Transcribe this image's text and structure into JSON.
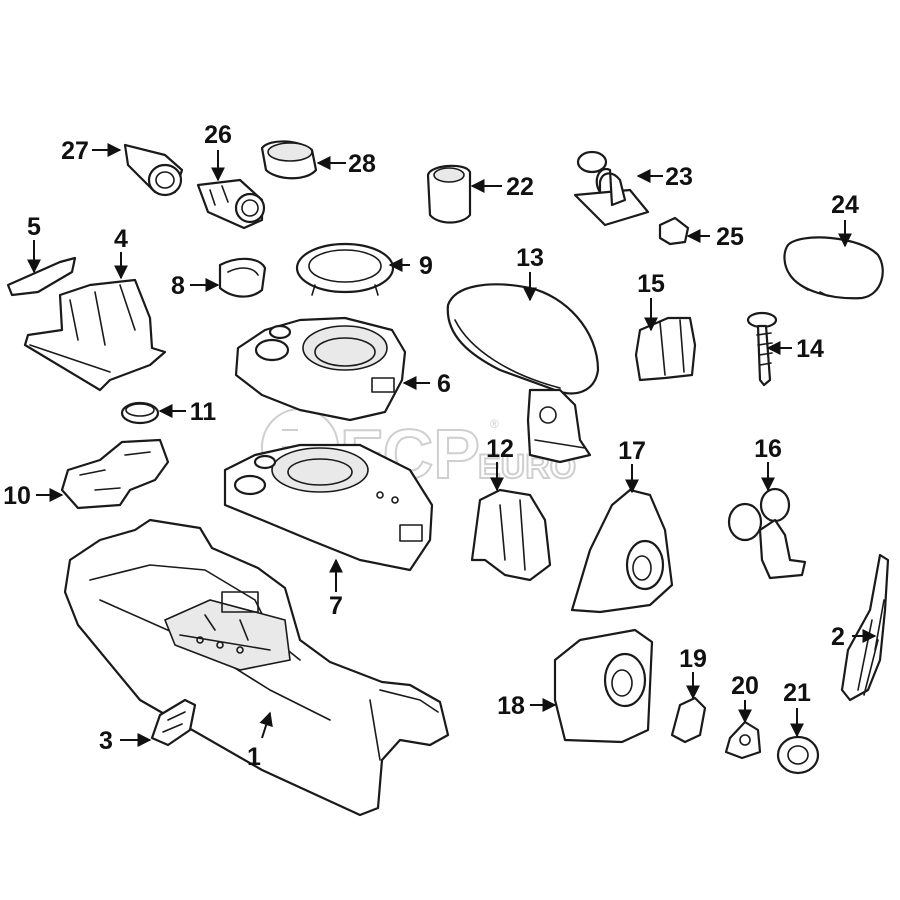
{
  "diagram": {
    "watermark": {
      "brand": "FCP",
      "suffix": "EURO",
      "registered": "®",
      "color": "#cfcfcf"
    },
    "line_color": "#1a1a1a",
    "callouts": [
      {
        "id": "1",
        "label": "1"
      },
      {
        "id": "2",
        "label": "2"
      },
      {
        "id": "3",
        "label": "3"
      },
      {
        "id": "4",
        "label": "4"
      },
      {
        "id": "5",
        "label": "5"
      },
      {
        "id": "6",
        "label": "6"
      },
      {
        "id": "7",
        "label": "7"
      },
      {
        "id": "8",
        "label": "8"
      },
      {
        "id": "9",
        "label": "9"
      },
      {
        "id": "10",
        "label": "10"
      },
      {
        "id": "11",
        "label": "11"
      },
      {
        "id": "12",
        "label": "12"
      },
      {
        "id": "13",
        "label": "13"
      },
      {
        "id": "14",
        "label": "14"
      },
      {
        "id": "15",
        "label": "15"
      },
      {
        "id": "16",
        "label": "16"
      },
      {
        "id": "17",
        "label": "17"
      },
      {
        "id": "18",
        "label": "18"
      },
      {
        "id": "19",
        "label": "19"
      },
      {
        "id": "20",
        "label": "20"
      },
      {
        "id": "21",
        "label": "21"
      },
      {
        "id": "22",
        "label": "22"
      },
      {
        "id": "23",
        "label": "23"
      },
      {
        "id": "24",
        "label": "24"
      },
      {
        "id": "25",
        "label": "25"
      },
      {
        "id": "26",
        "label": "26"
      },
      {
        "id": "27",
        "label": "27"
      },
      {
        "id": "28",
        "label": "28"
      }
    ]
  }
}
